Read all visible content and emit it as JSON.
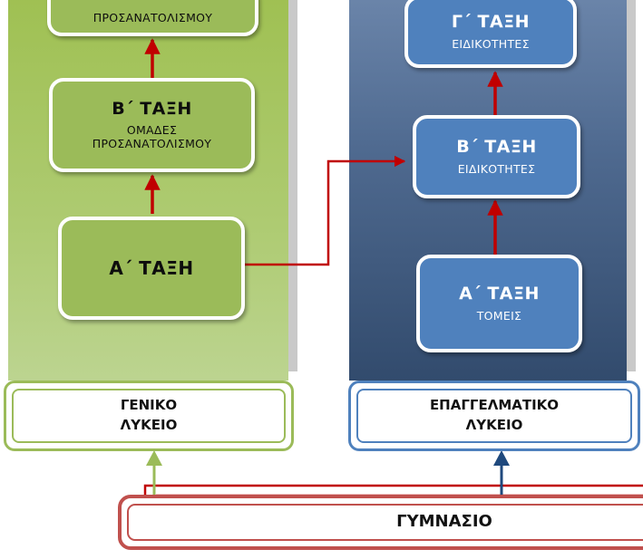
{
  "general": {
    "top_partial": {
      "sub": "ΠΡΟΣΑΝΑΤΟΛΙΣΜΟΥ"
    },
    "grade_b": {
      "title": "Β΄ ΤΑΞΗ",
      "sub_line1": "ΟΜΑΔΕΣ",
      "sub_line2": "ΠΡΟΣΑΝΑΤΟΛΙΣΜΟΥ"
    },
    "grade_a": {
      "title": "Α΄ ΤΑΞΗ"
    },
    "school": {
      "line1": "ΓΕΝΙΚΟ",
      "line2": "ΛΥΚΕΙΟ"
    }
  },
  "vocational": {
    "grade_c": {
      "title": "Γ΄ ΤΑΞΗ",
      "sub": "ΕΙΔΙΚΟΤΗΤΕΣ"
    },
    "grade_b": {
      "title": "Β΄ ΤΑΞΗ",
      "sub": "ΕΙΔΙΚΟΤΗΤΕΣ"
    },
    "grade_a": {
      "title": "Α΄ ΤΑΞΗ",
      "sub": "ΤΟΜΕΙΣ"
    },
    "school": {
      "line1": "ΕΠΑΓΓΕΛΜΑΤΙΚΟ",
      "line2": "ΛΥΚΕΙΟ"
    }
  },
  "gymnasium": {
    "label": "ΓΥΜΝΑΣΙΟ"
  },
  "colors": {
    "green": "#9bbb59",
    "blue": "#4f81bd",
    "navy": "#1f497d",
    "red": "#c00000",
    "gymnasium_border": "#c0504d"
  }
}
